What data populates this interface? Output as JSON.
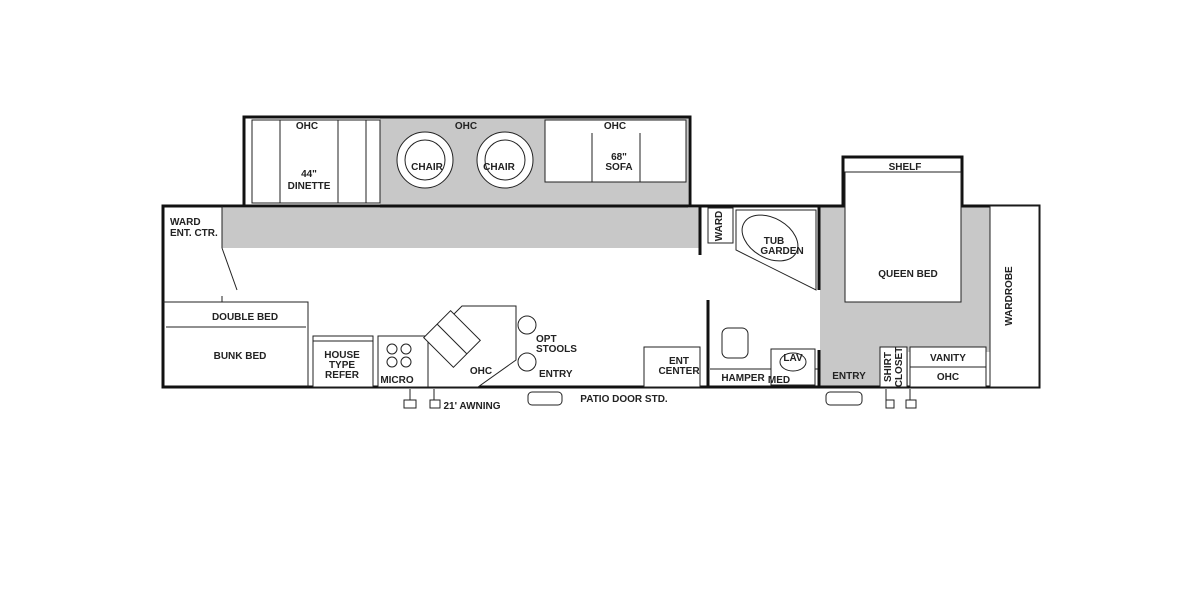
{
  "labels": {
    "ohc_dinette": "OHC",
    "ohc_chairs": "OHC",
    "ohc_sofa": "OHC",
    "dinette_size": "44\"",
    "dinette": "DINETTE",
    "chair_left": "CHAIR",
    "chair_right": "CHAIR",
    "sofa_size": "68\"",
    "sofa": "SOFA",
    "ward_ent_1": "WARD",
    "ward_ent_2": "ENT. CTR.",
    "double_bed": "DOUBLE BED",
    "bunk_bed": "BUNK BED",
    "refer_1": "HOUSE",
    "refer_2": "TYPE",
    "refer_3": "REFER",
    "micro": "MICRO",
    "kitchen_ohc": "OHC",
    "opt_stools_1": "OPT",
    "opt_stools_2": "STOOLS",
    "entry_main": "ENTRY",
    "awning": "21' AWNING",
    "patio_door": "PATIO DOOR STD.",
    "ent_center_1": "ENT",
    "ent_center_2": "CENTER",
    "ward_bath": "WARD",
    "tub_1": "TUB",
    "tub_2": "GARDEN",
    "hamper": "HAMPER",
    "lav": "LAV",
    "med": "MED",
    "entry_bedroom": "ENTRY",
    "shelf": "SHELF",
    "queen_bed": "QUEEN BED",
    "wardrobe": "WARDROBE",
    "shirt_1": "SHIRT",
    "shirt_2": "CLOSET",
    "vanity": "VANITY",
    "vanity_ohc": "OHC"
  },
  "colors": {
    "floor_shade": "#c8c8c8",
    "wall": "#111111"
  }
}
